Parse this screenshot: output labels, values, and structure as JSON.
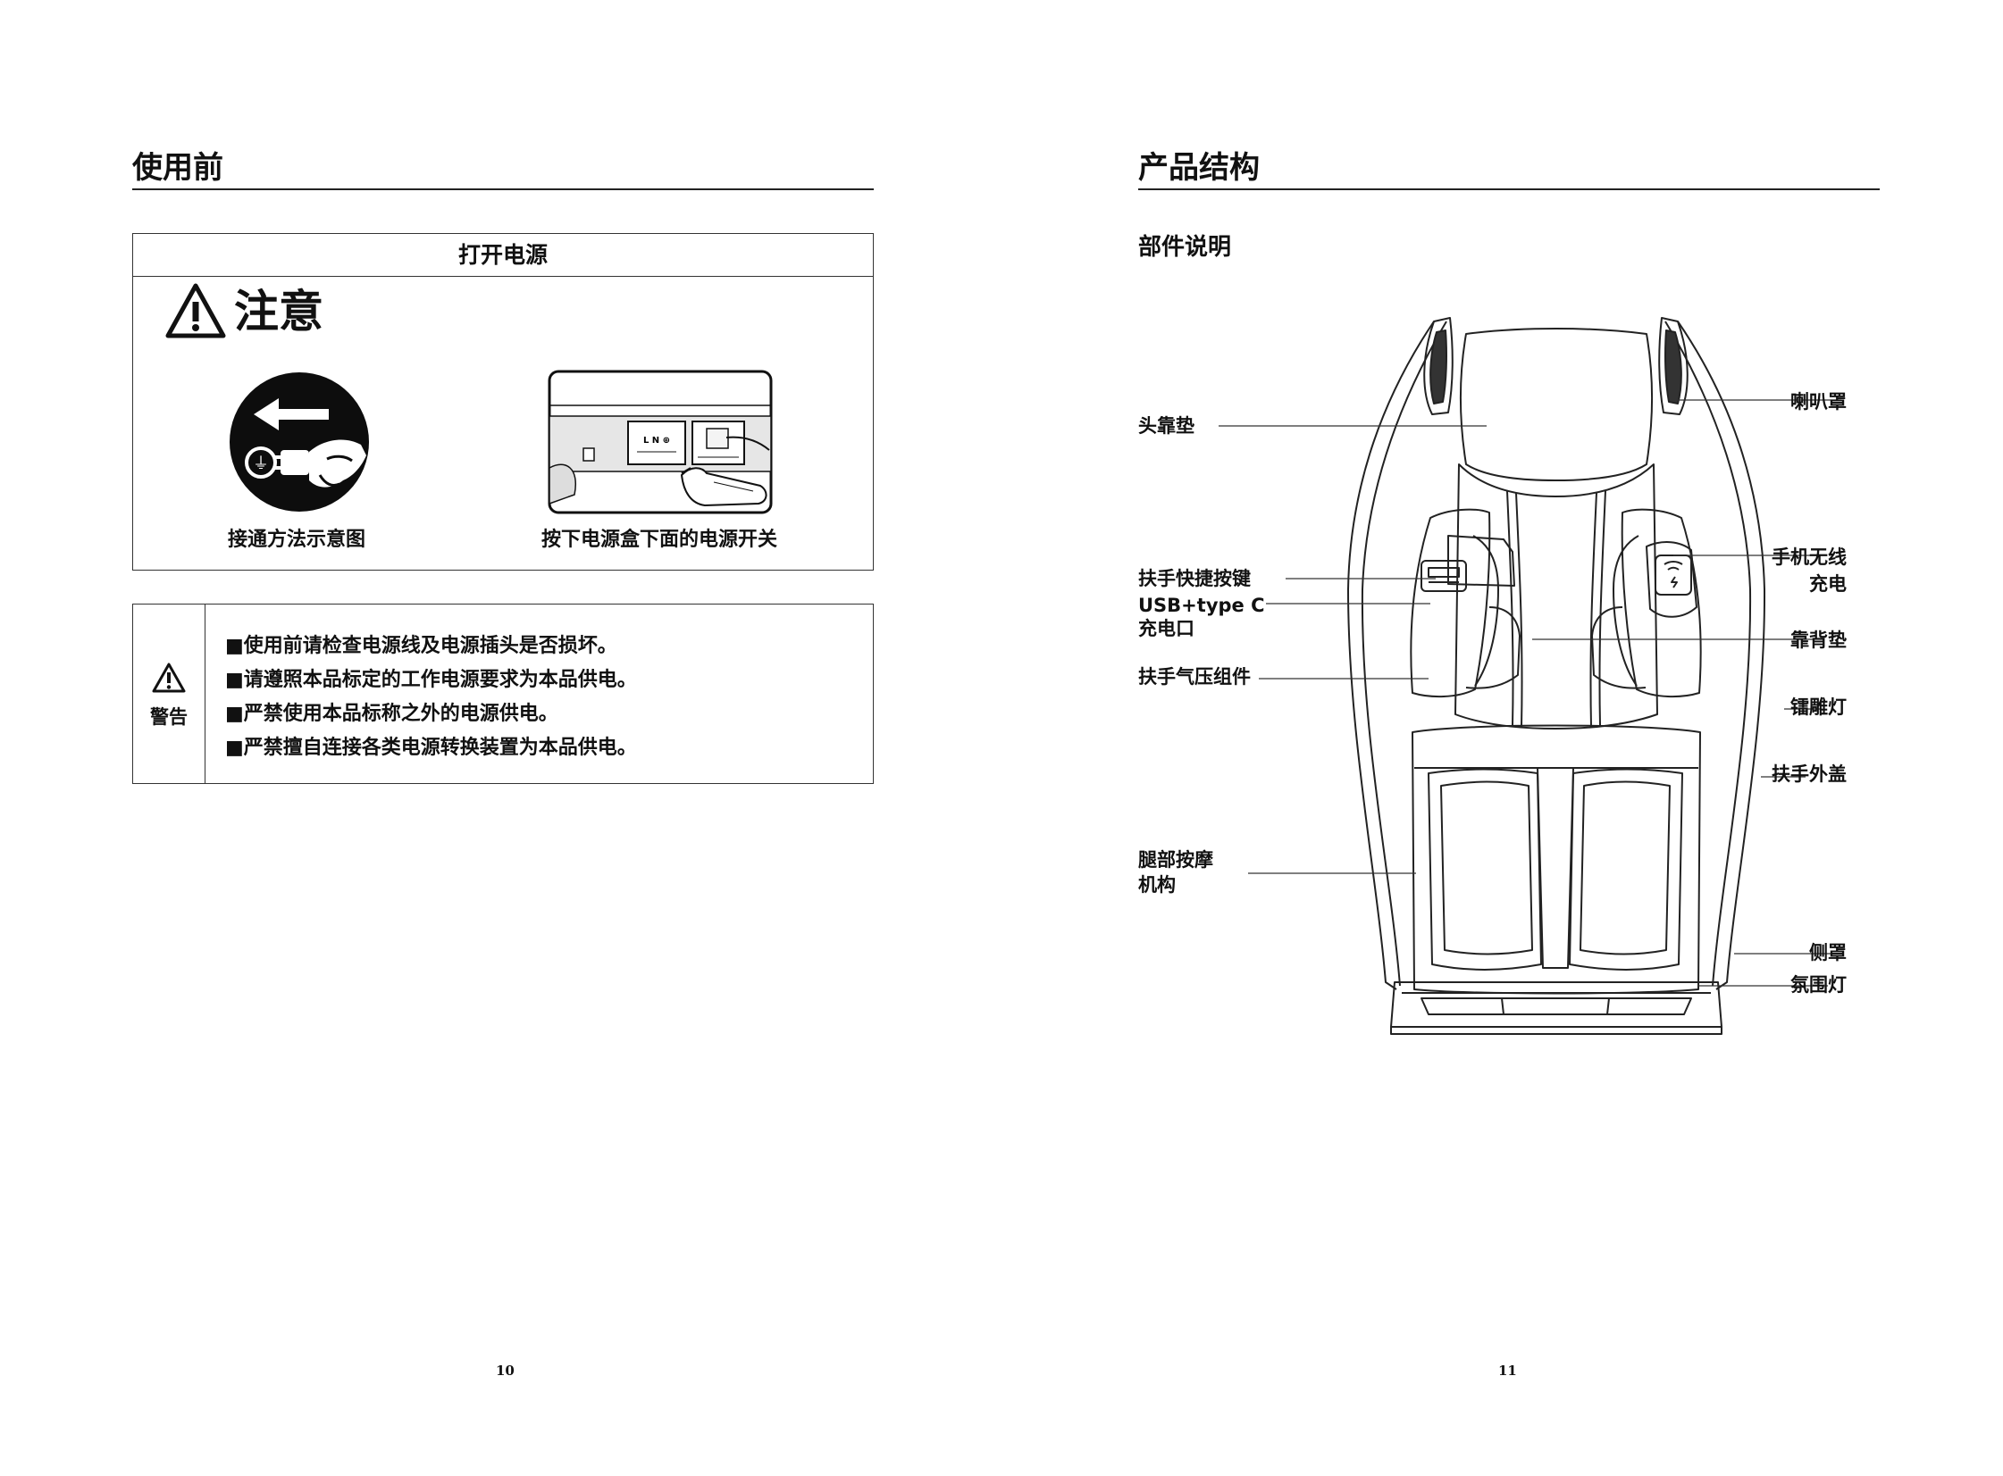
{
  "left_page": {
    "title": "使用前",
    "power_box": {
      "title": "打开电源",
      "caution_label": "注意",
      "figure1_caption": "接通方法示意图",
      "figure2_caption": "按下电源盒下面的电源开关",
      "panel_text": "L N ⊕"
    },
    "warning_box": {
      "side_label": "警告",
      "items": [
        "使用前请检查电源线及电源插头是否损坏。",
        "请遵照本品标定的工作电源要求为本品供电。",
        "严禁使用本品标称之外的电源供电。",
        "严禁擅自连接各类电源转换装置为本品供电。"
      ]
    },
    "page_number": "10"
  },
  "right_page": {
    "title": "产品结构",
    "subtitle": "部件说明",
    "labels": {
      "headrest": "头靠垫",
      "armrest_keys": "扶手快捷按键",
      "usb_line1": "USB+type C",
      "usb_line2": "充电口",
      "armrest_air": "扶手气压组件",
      "leg_line1": "腿部按摩",
      "leg_line2": "机构",
      "speaker": "喇叭罩",
      "wireless_line1": "手机无线",
      "wireless_line2": "充电",
      "backrest": "靠背垫",
      "engraved_light": "镭雕灯",
      "armrest_cover": "扶手外盖",
      "side_cover": "侧罩",
      "ambient_light": "氛围灯"
    },
    "page_number": "11"
  }
}
